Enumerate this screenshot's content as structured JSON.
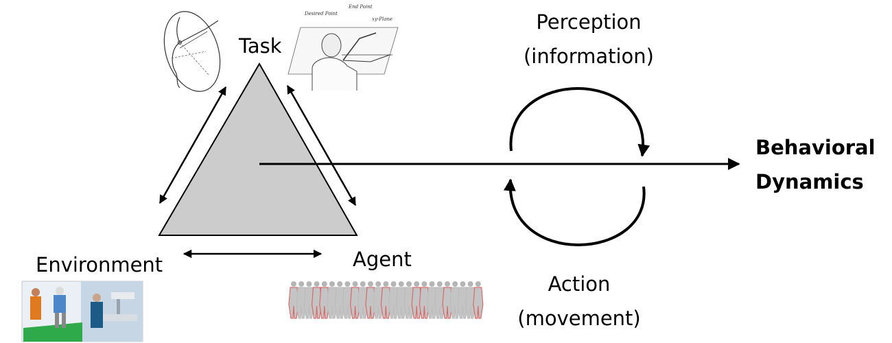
{
  "nodes": {
    "task": "Task",
    "environment": "Environment",
    "agent": "Agent"
  },
  "cycle": {
    "perception_line1": "Perception",
    "perception_line2": "(information)",
    "action_line1": "Action",
    "action_line2": "(movement)"
  },
  "output": {
    "line1": "Behavioral",
    "line2": "Dynamics"
  },
  "colors": {
    "triangle_fill": "#cccccc",
    "stroke": "#000000",
    "agent_highlight": "#d96a6a"
  },
  "thumbnails": {
    "task_left": "arm-reach-sketch-image",
    "task_right": "shoulder-kinematics-diagram-image",
    "environment": "robot-and-surgical-system-photo",
    "agent": "body-shape-figures-row-image",
    "task_right_labels": [
      "Desired Point",
      "End Point",
      "xy-Plane"
    ]
  }
}
